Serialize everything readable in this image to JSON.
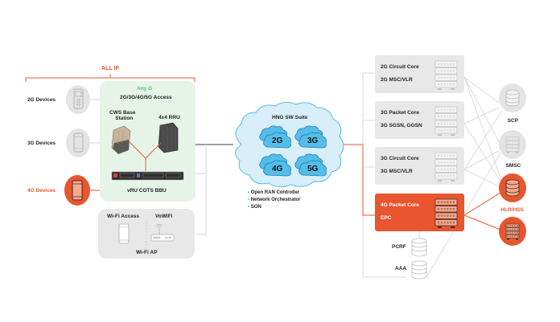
{
  "colors": {
    "accent": "#e8552f",
    "accent_light": "#f5a98c",
    "green_panel": "#e6f4e8",
    "green_text": "#5cb96b",
    "gray_panel": "#e8e8e8",
    "gray_icon": "#e4e4e4",
    "line_gray": "#d8d8d8",
    "cloud_fill": "#d8eef9",
    "cloud_inner": "#54bde9",
    "cloud_stroke": "#3aa9dd"
  },
  "all_ip": {
    "label": "ALL IP"
  },
  "devices": [
    {
      "label": "2G Devices",
      "icon": "feature-phone-icon",
      "highlight": false
    },
    {
      "label": "3G Devices",
      "icon": "smartphone-icon",
      "highlight": false
    },
    {
      "label": "4G Devices",
      "icon": "smartphone-icon",
      "highlight": true
    }
  ],
  "access_panel": {
    "title": "Any G",
    "subtitle": "2G/3G/4G/5G Access",
    "base_station": "CWS Base\nStation",
    "base_station_line1": "CWS Base",
    "base_station_line2": "Station",
    "rru": "4x4 RRU",
    "bbu": "vRU COTS BBU"
  },
  "wifi_panel": {
    "access_label": "Wi-Fi Access",
    "vowifi_label": "VoWiFi",
    "ap_label": "Wi-Fi AP"
  },
  "hng": {
    "title": "HNG SW Suite",
    "clouds": [
      "2G",
      "3G",
      "4G",
      "5G"
    ],
    "bullets": [
      "Open RAN Controller",
      "Network Orchestrator",
      "SON"
    ]
  },
  "cores": [
    {
      "line1": "2G Circuit Core",
      "line2": "2G MSC/VLR",
      "highlight": false
    },
    {
      "line1": "3G Packet Core",
      "line2": "3G SGSN, GGSN",
      "highlight": false
    },
    {
      "line1": "3G Circuit Core",
      "line2": "3G MSC/VLR",
      "highlight": false
    },
    {
      "line1": "4G Packet Core",
      "line2": "EPC",
      "highlight": true
    }
  ],
  "core_databases": [
    {
      "label": "PCRF"
    },
    {
      "label": "AAA"
    }
  ],
  "services": [
    {
      "label": "SCP",
      "icon": "database-icon",
      "highlight": false
    },
    {
      "label": "SMSC",
      "icon": "server-rack-icon",
      "highlight": false
    },
    {
      "label": "HLR/HSS",
      "icon": "database-icon",
      "highlight": true
    },
    {
      "label": "",
      "icon": "server-rack-icon",
      "highlight": true
    }
  ]
}
